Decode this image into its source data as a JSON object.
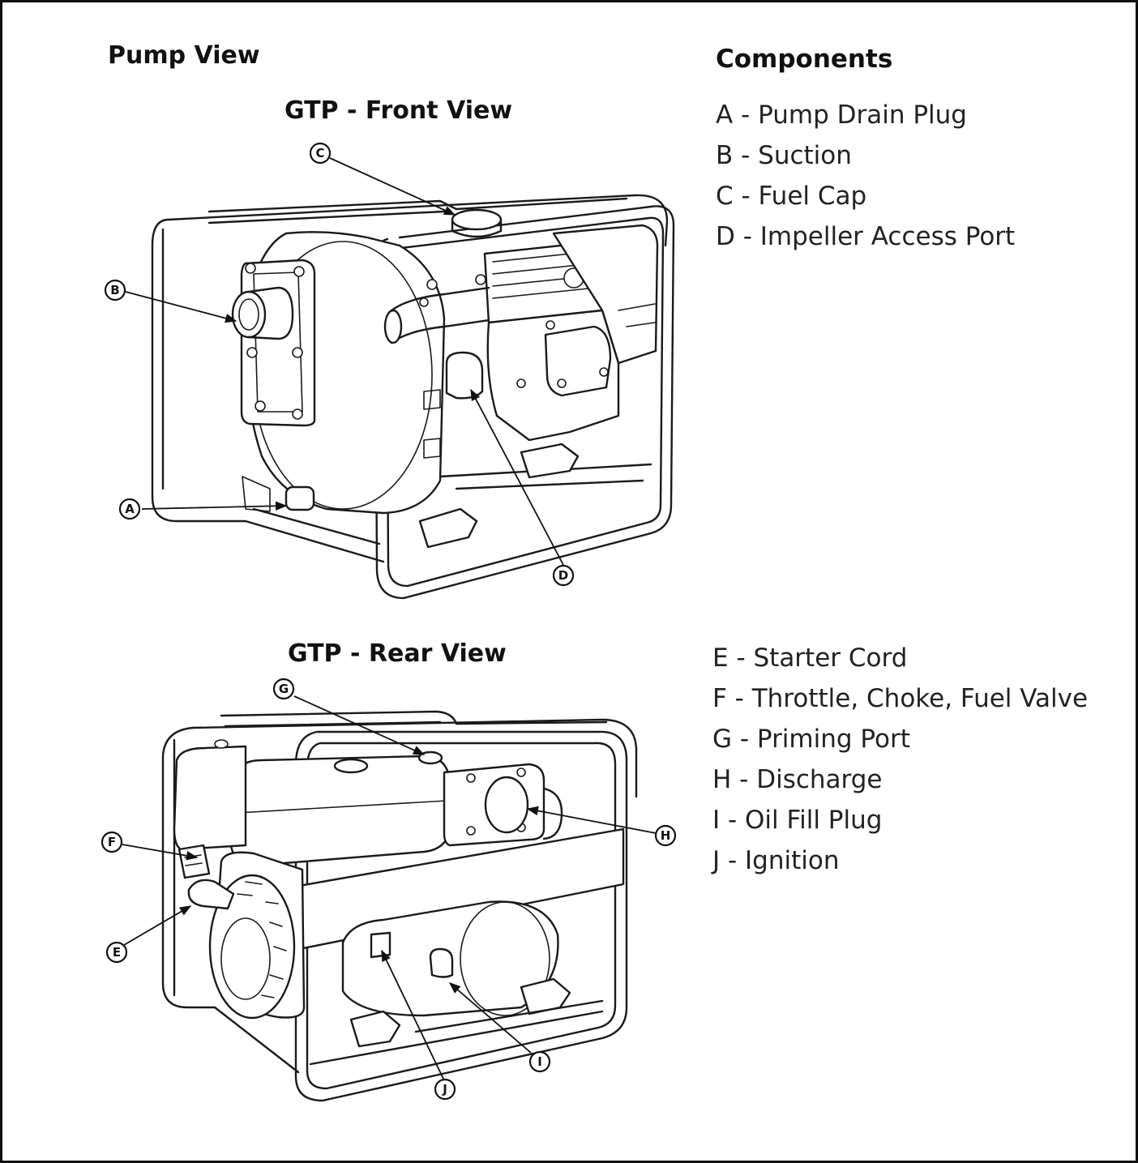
{
  "title": "Pump View",
  "front_view": {
    "title": "GTP - Front View",
    "callouts": [
      "A",
      "B",
      "C",
      "D"
    ]
  },
  "rear_view": {
    "title": "GTP - Rear View",
    "callouts": [
      "E",
      "F",
      "G",
      "H",
      "I",
      "J"
    ]
  },
  "components": {
    "title": "Components",
    "front_items": [
      "A - Pump Drain Plug",
      "B - Suction",
      "C - Fuel Cap",
      "D - Impeller Access Port"
    ],
    "rear_items": [
      "E - Starter Cord",
      "F - Throttle, Choke, Fuel Valve",
      "G - Priming Port",
      "H - Discharge",
      "I - Oil Fill Plug",
      "J - Ignition"
    ]
  }
}
